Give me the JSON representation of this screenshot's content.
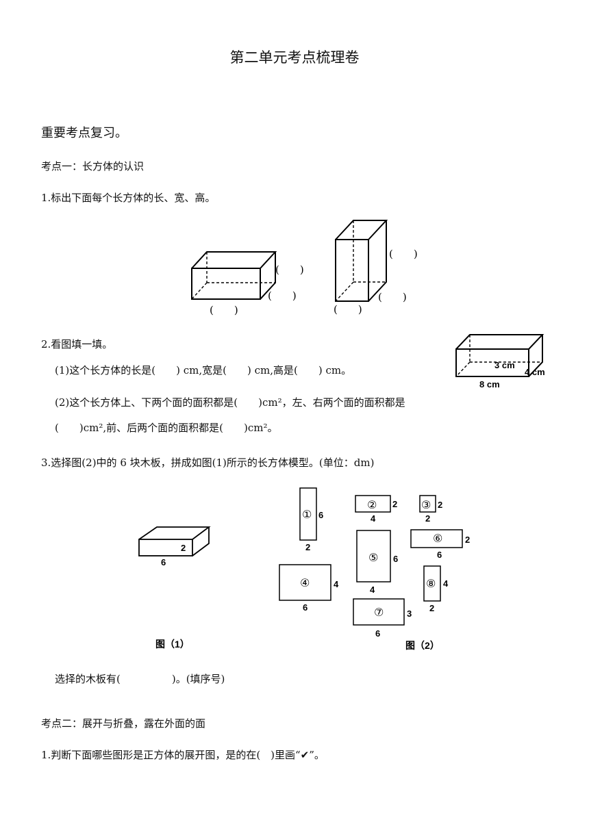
{
  "title": "第二单元考点梳理卷",
  "section_heading": "重要考点复习。",
  "point1": {
    "heading": "考点一：长方体的认识",
    "q1": {
      "text": "1.标出下面每个长方体的长、宽、高。",
      "blank": "(　　)"
    },
    "q2": {
      "text": "2.看图填一填。",
      "line1": "(1)这个长方体的长是(　　) cm,宽是(　　) cm,高是(　　) cm。",
      "line2": "(2)这个长方体上、下两个面的面积都是(　　)cm²，左、右两个面的面积都是",
      "line3": "(　　)cm²,前、后两个面的面积都是(　　)cm²。",
      "fig": {
        "width_label": "3 cm",
        "height_label": "4 cm",
        "length_label": "8 cm"
      }
    },
    "q3": {
      "text": "3.选择图(2)中的 6 块木板，拼成如图(1)所示的长方体模型。(单位：dm)",
      "fig1": {
        "h": "2",
        "l": "6",
        "caption": "图（1）"
      },
      "fig2_caption": "图（2）",
      "boards": [
        {
          "label": "①",
          "side": "6",
          "bottom": "2"
        },
        {
          "label": "②",
          "side": "2",
          "bottom": "4"
        },
        {
          "label": "③",
          "side": "2",
          "bottom": "2"
        },
        {
          "label": "④",
          "side": "4",
          "bottom": "6"
        },
        {
          "label": "⑤",
          "side": "6",
          "bottom": "4"
        },
        {
          "label": "⑥",
          "side": "2",
          "bottom": "6"
        },
        {
          "label": "⑦",
          "side": "3",
          "bottom": "6"
        },
        {
          "label": "⑧",
          "side": "4",
          "bottom": "2"
        }
      ],
      "answer_line": "选择的木板有(　　　　　)。(填序号)"
    }
  },
  "point2": {
    "heading": "考点二：展开与折叠，露在外面的面",
    "q1": {
      "text": "1.判断下面哪些图形是正方体的展开图，是的在(　)里画“✔”。"
    }
  }
}
